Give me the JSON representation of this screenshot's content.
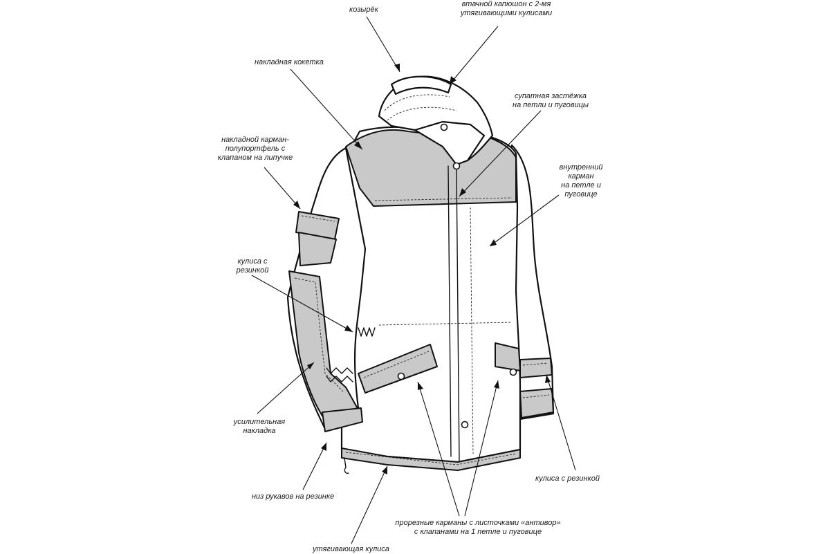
{
  "labels": {
    "visor": "козырёк",
    "hood": "втачной капюшон с 2-мя\nутягивающими кулисами",
    "yoke": "накладная кокетка",
    "placket": "супатная застёжка\nна петли и пуговицы",
    "sleeve_pocket": "накладной карман-\nполупортфель с\nклапаном на липучке",
    "inner_pocket": "внутренний\nкарман\nна петле и\nпуговице",
    "drawstring_elastic_left": "кулиса с\nрезинкой",
    "reinforcement": "усилительная\nнакладка",
    "drawstring_elastic_right": "кулиса с резинкой",
    "sleeve_hem": "низ рукавов на резинке",
    "welt_pockets": "прорезные карманы с листочками «антивор»\nс клапанами на 1 петле и пуговице",
    "hem_drawstring": "утягивающая кулиса"
  },
  "colors": {
    "panel_fill": "#c9c9c9",
    "outline": "#111111",
    "background": "#ffffff"
  }
}
